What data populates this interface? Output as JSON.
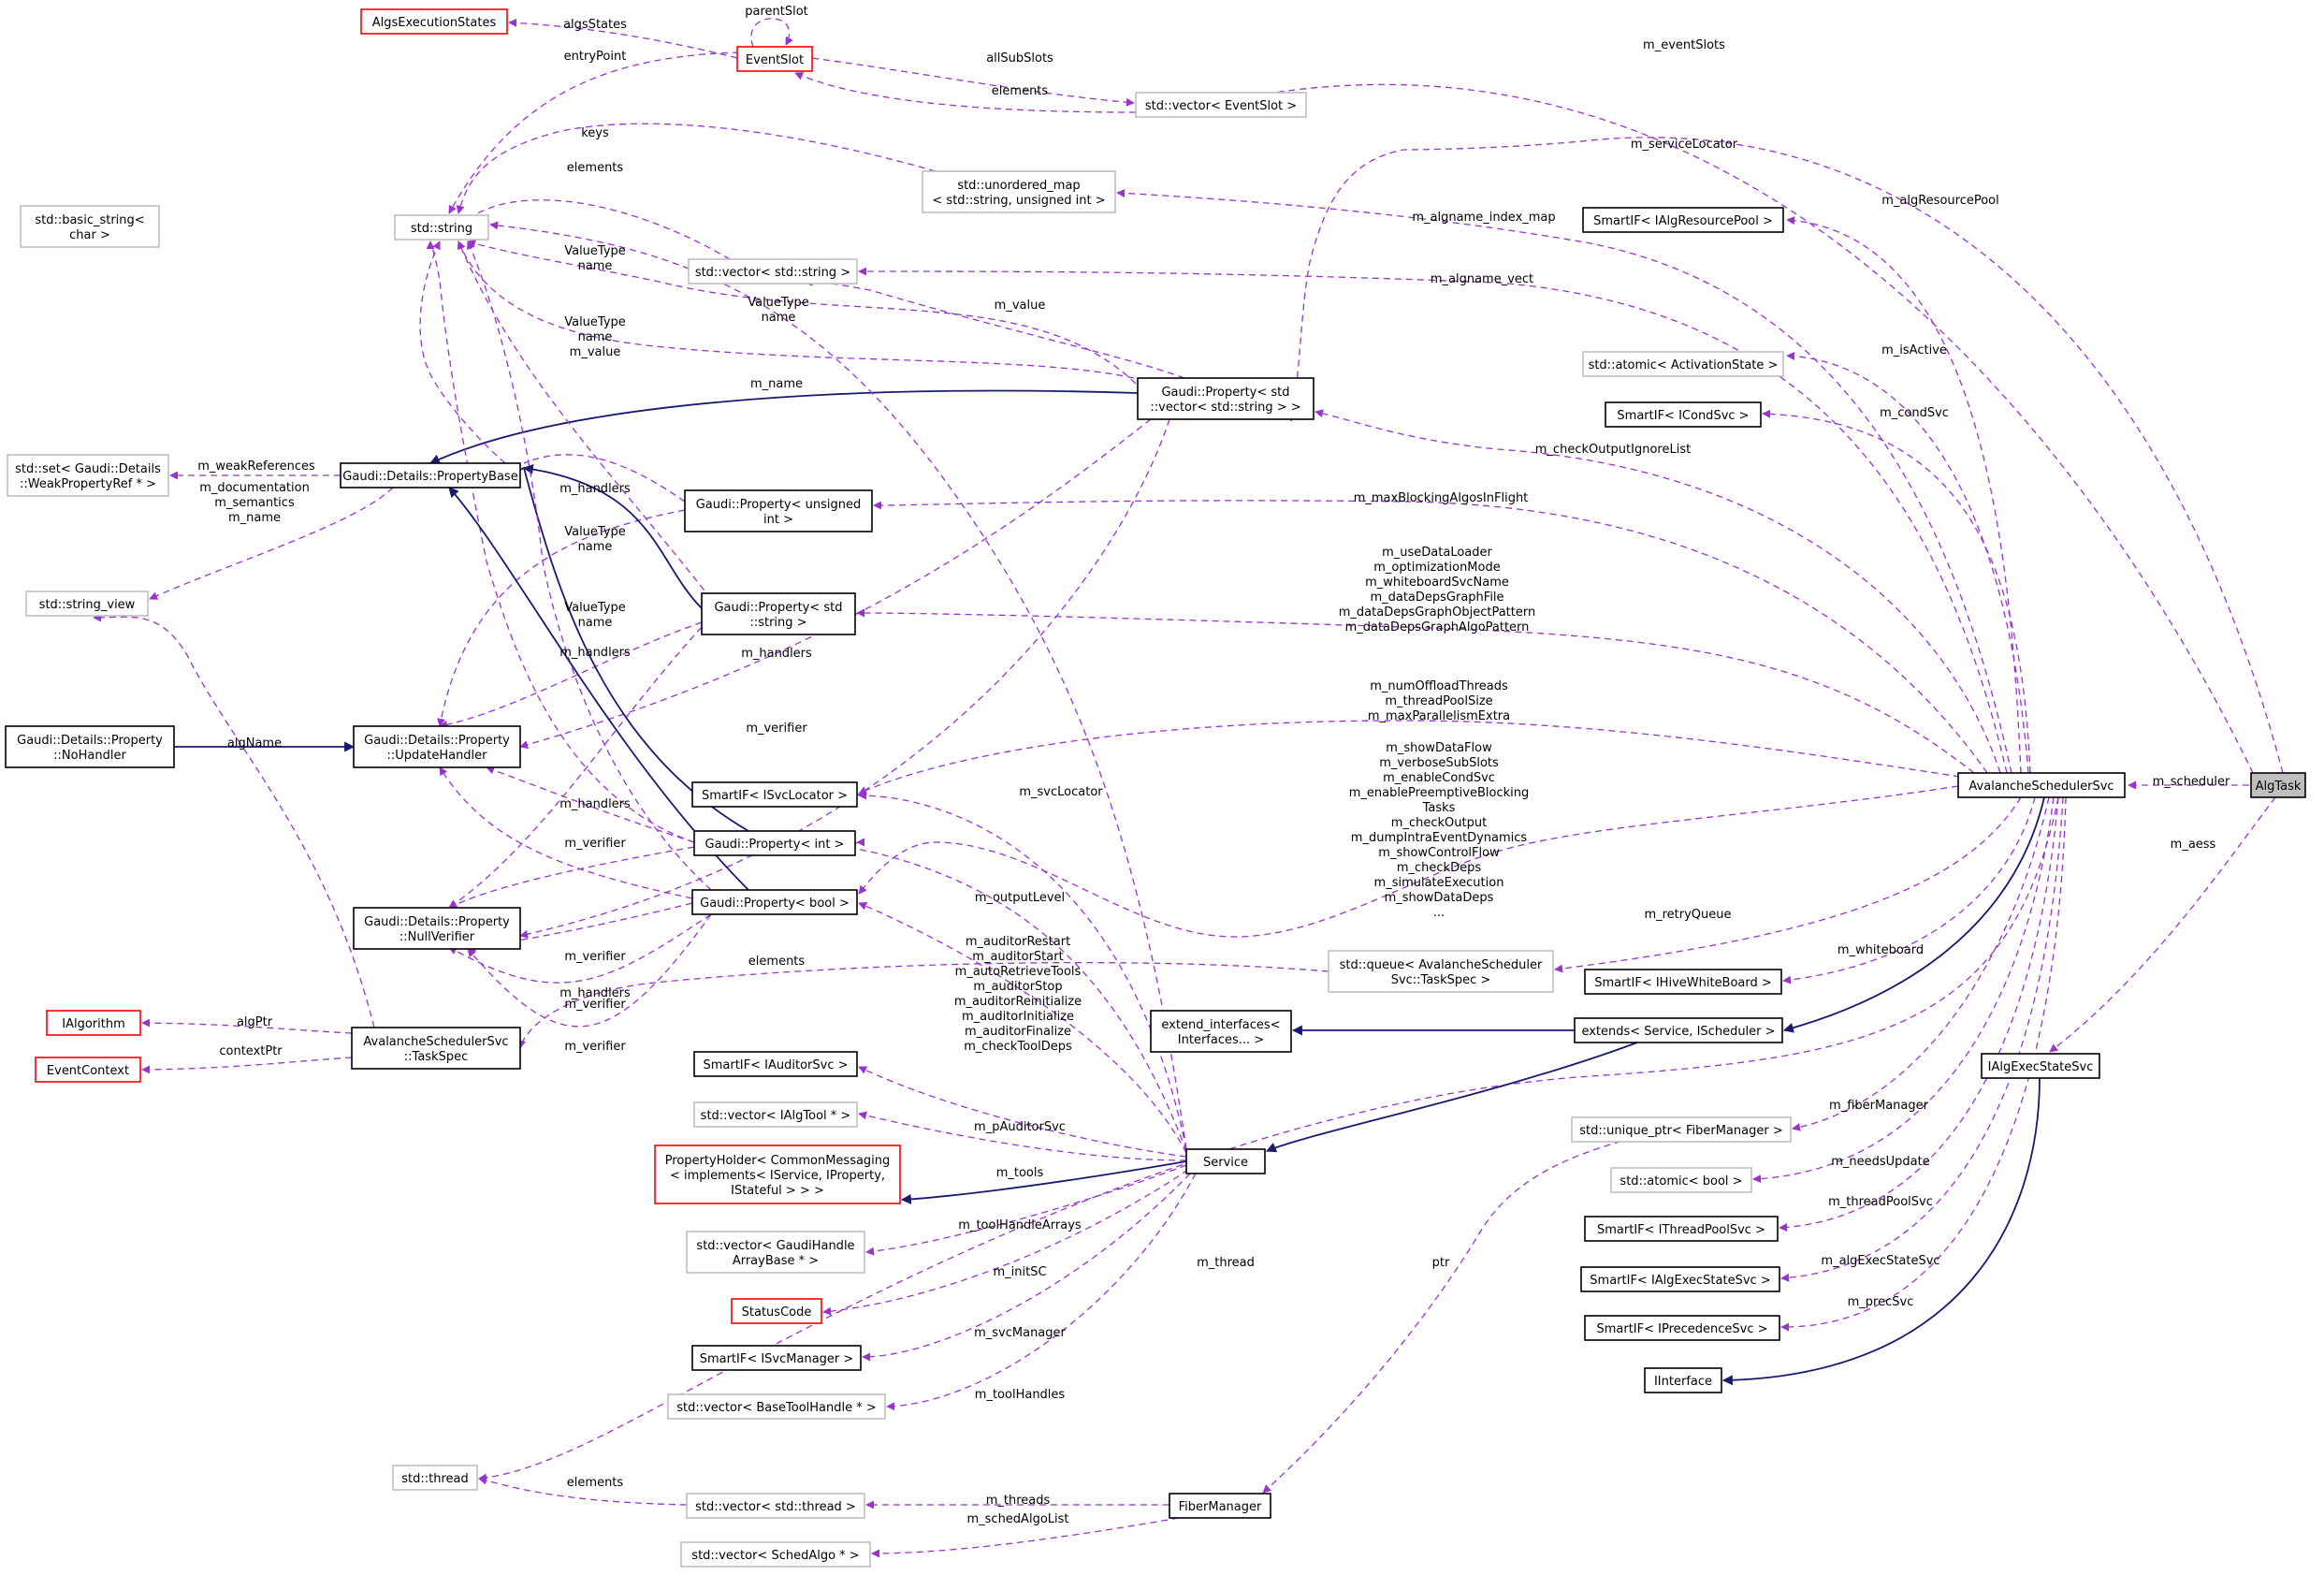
{
  "colors": {
    "dashed_edge": "#9a32cd",
    "solid_edge": "#191970",
    "box_black": "#000000",
    "box_gray": "#bfbfbf",
    "box_red": "#ff0000",
    "highlight_fill": "#bfbfbf"
  },
  "nodes": {
    "algtask": [
      "AlgTask"
    ],
    "avsvc": [
      "AvalancheSchedulerSvc"
    ],
    "ialgexecstatesvc": [
      "IAlgExecStateSvc"
    ],
    "iinterface": [
      "IInterface"
    ],
    "extends": [
      "extends< Service, IScheduler >"
    ],
    "extend_interfaces": [
      "extend_interfaces<",
      "Interfaces... >"
    ],
    "service": [
      "Service"
    ],
    "fibermanager": [
      "FiberManager"
    ],
    "algsexecstates": [
      "AlgsExecutionStates"
    ],
    "eventslot": [
      "EventSlot"
    ],
    "vec_eventslot": [
      "std::vector< EventSlot >"
    ],
    "unordered_map": [
      "std::unordered_map",
      "< std::string, unsigned int >"
    ],
    "std_string": [
      "std::string"
    ],
    "basic_string": [
      "std::basic_string<",
      "char >"
    ],
    "vec_string": [
      "std::vector< std::string >"
    ],
    "prop_vec_string": [
      "Gaudi::Property< std",
      "::vector< std::string > >"
    ],
    "property_base": [
      "Gaudi::Details::PropertyBase"
    ],
    "set_weakprop": [
      "std::set< Gaudi::Details",
      "::WeakPropertyRef * >"
    ],
    "string_view": [
      "std::string_view"
    ],
    "prop_unsigned": [
      "Gaudi::Property< unsigned",
      "int >"
    ],
    "prop_string": [
      "Gaudi::Property< std",
      "::string >"
    ],
    "nohandler": [
      "Gaudi::Details::Property",
      "::NoHandler"
    ],
    "updatehandler": [
      "Gaudi::Details::Property",
      "::UpdateHandler"
    ],
    "nullverifier": [
      "Gaudi::Details::Property",
      "::NullVerifier"
    ],
    "prop_int": [
      "Gaudi::Property< int >"
    ],
    "prop_bool": [
      "Gaudi::Property< bool >"
    ],
    "smartif_isvclocator": [
      "SmartIF< ISvcLocator >"
    ],
    "ialgorithm": [
      "IAlgorithm"
    ],
    "eventcontext": [
      "EventContext"
    ],
    "taskspec": [
      "AvalancheSchedulerSvc",
      "::TaskSpec"
    ],
    "smartif_iauditorsvc": [
      "SmartIF< IAuditorSvc >"
    ],
    "vec_ialgtool": [
      "std::vector< IAlgTool * >"
    ],
    "propertyholder": [
      "PropertyHolder< CommonMessaging",
      "< implements< IService, IProperty,",
      "IStateful > > >"
    ],
    "vec_gaudihandle": [
      "std::vector< GaudiHandle",
      "ArrayBase * >"
    ],
    "statuscode": [
      "StatusCode"
    ],
    "smartif_isvcmanager": [
      "SmartIF< ISvcManager >"
    ],
    "vec_basetoolhandle": [
      "std::vector< BaseToolHandle * >"
    ],
    "std_thread": [
      "std::thread"
    ],
    "vec_thread": [
      "std::vector< std::thread >"
    ],
    "vec_schedalgo": [
      "std::vector< SchedAlgo * >"
    ],
    "smartif_ialgresourcepool": [
      "SmartIF< IAlgResourcePool >"
    ],
    "atomic_activation": [
      "std::atomic< ActivationState >"
    ],
    "smartif_icondsvc": [
      "SmartIF< ICondSvc >"
    ],
    "queue_taskspec": [
      "std::queue< AvalancheScheduler",
      "Svc::TaskSpec >"
    ],
    "smartif_ihivewhiteboard": [
      "SmartIF< IHiveWhiteBoard >"
    ],
    "unique_ptr_fiber": [
      "std::unique_ptr< FiberManager >"
    ],
    "atomic_bool": [
      "std::atomic< bool >"
    ],
    "smartif_ithreadpoolsvc": [
      "SmartIF< IThreadPoolSvc >"
    ],
    "smartif_ialgexecstatesvc": [
      "SmartIF< IAlgExecStateSvc >"
    ],
    "smartif_iprecedencesvc": [
      "SmartIF< IPrecedenceSvc >"
    ]
  },
  "labels": {
    "m_scheduler": [
      "m_scheduler"
    ],
    "m_aess": [
      "m_aess"
    ],
    "m_eventSlots": [
      "m_eventSlots"
    ],
    "m_serviceLocator": [
      "m_serviceLocator"
    ],
    "m_algResourcePool": [
      "m_algResourcePool"
    ],
    "m_algname_index_map": [
      "m_algname_index_map"
    ],
    "m_algname_vect": [
      "m_algname_vect"
    ],
    "m_isActive": [
      "m_isActive"
    ],
    "m_condSvc": [
      "m_condSvc"
    ],
    "m_checkOutputIgnoreList": [
      "m_checkOutputIgnoreList"
    ],
    "m_maxBlockingAlgosInFlight": [
      "m_maxBlockingAlgosInFlight"
    ],
    "string_props": [
      "m_useDataLoader",
      "m_optimizationMode",
      "m_whiteboardSvcName",
      "m_dataDepsGraphFile",
      "m_dataDepsGraphObjectPattern",
      "m_dataDepsGraphAlgoPattern"
    ],
    "int_props": [
      "m_numOffloadThreads",
      "m_threadPoolSize",
      "m_maxParallelismExtra"
    ],
    "bool_props": [
      "m_showDataFlow",
      "m_verboseSubSlots",
      "m_enableCondSvc",
      "m_enablePreemptiveBlocking",
      "Tasks",
      "m_checkOutput",
      "m_dumpIntraEventDynamics",
      "m_showControlFlow",
      "m_checkDeps",
      "m_simulateExecution",
      "m_showDataDeps",
      "..."
    ],
    "m_retryQueue": [
      "m_retryQueue"
    ],
    "m_whiteboard": [
      "m_whiteboard"
    ],
    "m_fiberManager": [
      "m_fiberManager"
    ],
    "m_needsUpdate": [
      "m_needsUpdate"
    ],
    "m_threadPoolSvc": [
      "m_threadPoolSvc"
    ],
    "m_algExecStateSvc": [
      "m_algExecStateSvc"
    ],
    "m_precSvc": [
      "m_precSvc"
    ],
    "m_thread": [
      "m_thread"
    ],
    "ptr": [
      "ptr"
    ],
    "algsStates": [
      "algsStates"
    ],
    "parentSlot": [
      "parentSlot"
    ],
    "entryPoint": [
      "entryPoint"
    ],
    "allSubSlots": [
      "allSubSlots"
    ],
    "elements_evslot": [
      "elements"
    ],
    "keys": [
      "keys"
    ],
    "elements_vecstr": [
      "elements"
    ],
    "valuetype_name_1": [
      "ValueType",
      "name"
    ],
    "valuetype_name_2": [
      "ValueType",
      "name"
    ],
    "valuetype_name_value": [
      "ValueType",
      "name",
      "m_value"
    ],
    "valuetype_name_3": [
      "ValueType",
      "name"
    ],
    "valuetype_name_4": [
      "ValueType",
      "name"
    ],
    "m_value": [
      "m_value"
    ],
    "m_name": [
      "m_name"
    ],
    "m_weakReferences": [
      "m_weakReferences"
    ],
    "doc_sem_name": [
      "m_documentation",
      "m_semantics",
      "m_name"
    ],
    "m_handlers_1": [
      "m_handlers"
    ],
    "m_handlers_2": [
      "m_handlers"
    ],
    "m_handlers_3": [
      "m_handlers"
    ],
    "m_handlers_4": [
      "m_handlers"
    ],
    "m_handlers_5": [
      "m_handlers"
    ],
    "m_verifier_1": [
      "m_verifier"
    ],
    "m_verifier_2": [
      "m_verifier"
    ],
    "m_verifier_3": [
      "m_verifier"
    ],
    "m_verifier_4": [
      "m_verifier"
    ],
    "m_verifier_5": [
      "m_verifier"
    ],
    "algName": [
      "algName"
    ],
    "m_svcLocator": [
      "m_svcLocator"
    ],
    "m_outputLevel": [
      "m_outputLevel"
    ],
    "auditor_props": [
      "m_auditorRestart",
      "m_auditorStart",
      "m_autoRetrieveTools",
      "m_auditorStop",
      "m_auditorReinitialize",
      "m_auditorInitialize",
      "m_auditorFinalize",
      "m_checkToolDeps"
    ],
    "elements_queue": [
      "elements"
    ],
    "algPtr": [
      "algPtr"
    ],
    "contextPtr": [
      "contextPtr"
    ],
    "m_pAuditorSvc": [
      "m_pAuditorSvc"
    ],
    "m_tools": [
      "m_tools"
    ],
    "m_toolHandleArrays": [
      "m_toolHandleArrays"
    ],
    "m_initSC": [
      "m_initSC"
    ],
    "m_svcManager": [
      "m_svcManager"
    ],
    "m_toolHandles": [
      "m_toolHandles"
    ],
    "elements_thread": [
      "elements"
    ],
    "m_threads": [
      "m_threads"
    ],
    "m_schedAlgoList": [
      "m_schedAlgoList"
    ]
  }
}
